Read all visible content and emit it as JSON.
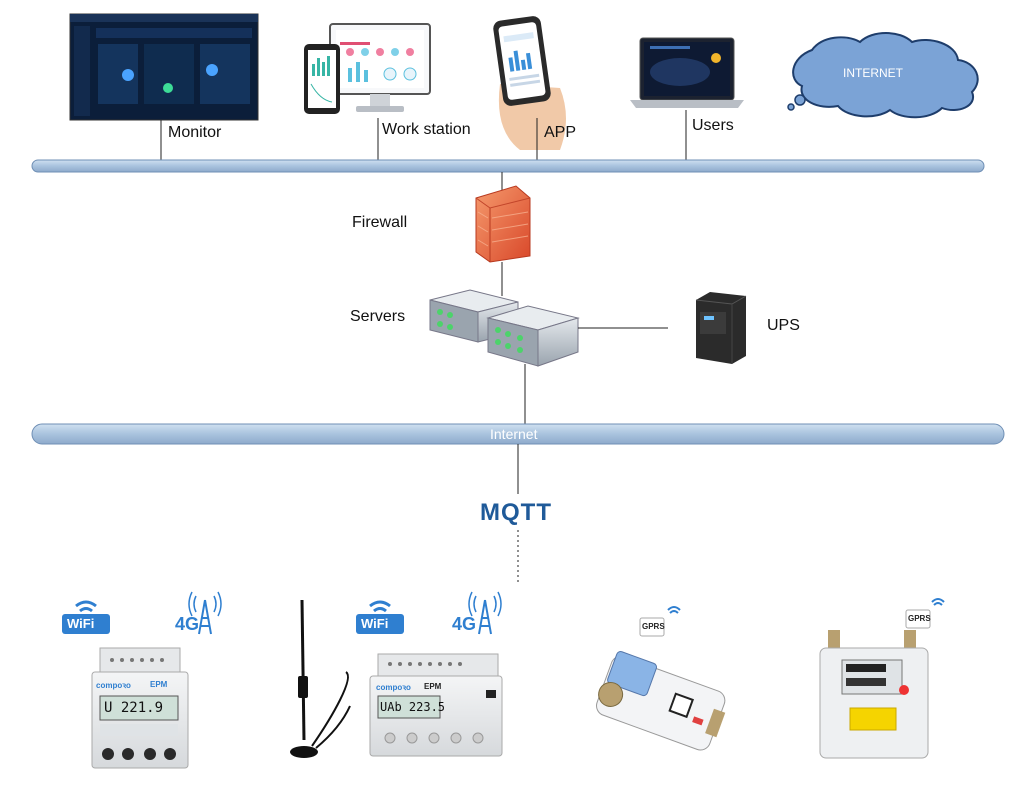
{
  "labels": {
    "monitor": "Monitor",
    "workstation": "Work station",
    "app": "APP",
    "users": "Users",
    "cloud": "INTERNET",
    "firewall": "Firewall",
    "servers": "Servers",
    "ups": "UPS",
    "internet_bus": "Internet",
    "protocol": "MQTT"
  },
  "badges": {
    "wifi": "WiFi",
    "fourg": "4G",
    "gprs": "GPRS"
  },
  "meters": {
    "meter1_display": "U 221.9",
    "meter2_display": "UAb 223.5",
    "brand": "compoꝛo",
    "model": "EPM"
  },
  "colors": {
    "bus_fill": "#a9c3de",
    "bus_stroke": "#6f8fb5",
    "cloud": "#7ba3d6",
    "firewall": "#e8603a",
    "mqtt": "#1f5a99",
    "line": "#222222"
  }
}
